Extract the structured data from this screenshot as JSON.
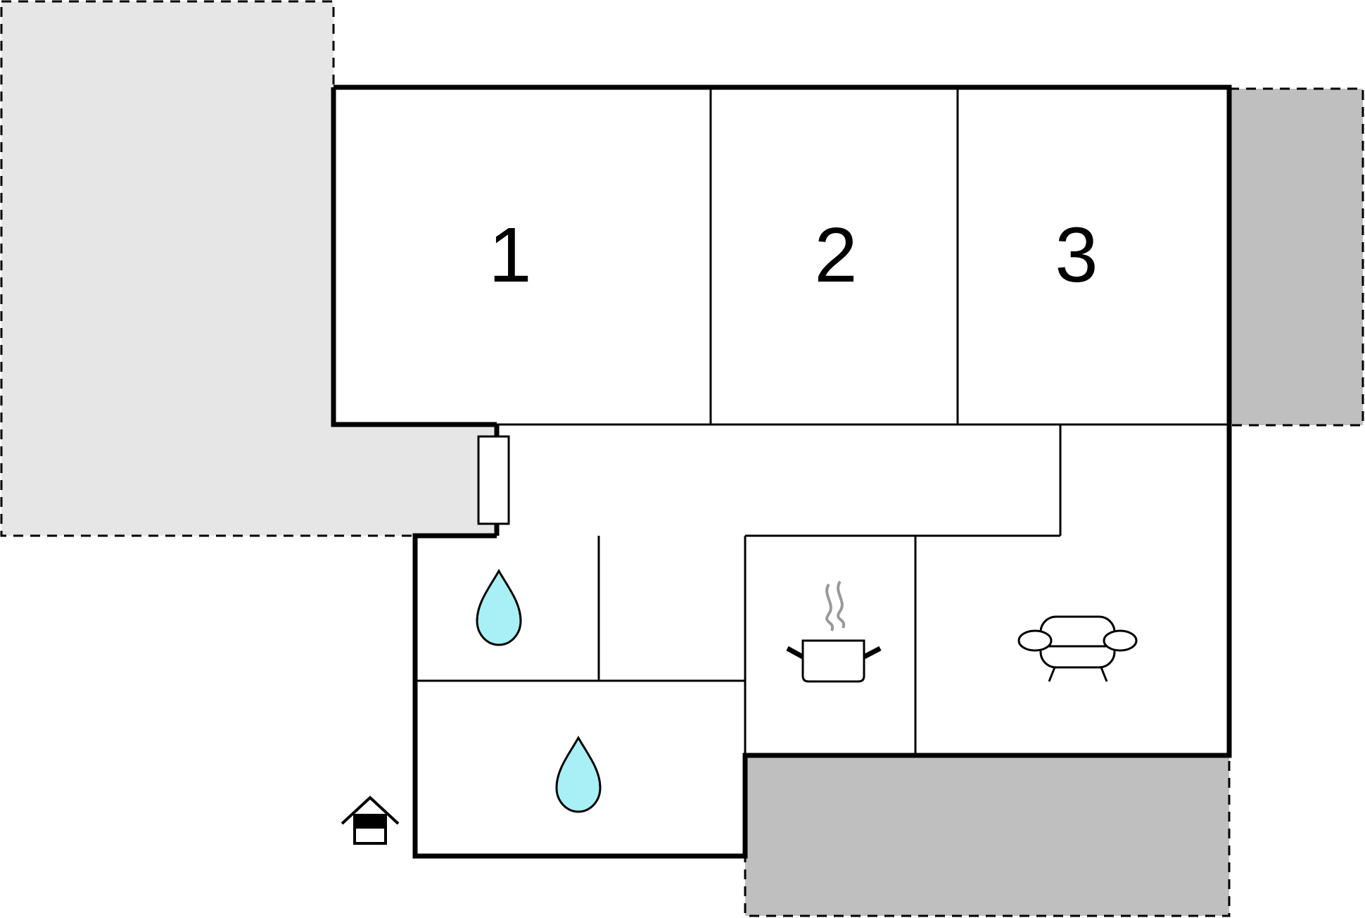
{
  "floorplan": {
    "rooms": [
      {
        "id": "bedroom-1",
        "label": "1",
        "icon": ""
      },
      {
        "id": "bedroom-2",
        "label": "2",
        "icon": ""
      },
      {
        "id": "bedroom-3",
        "label": "3",
        "icon": ""
      },
      {
        "id": "bathroom-upper",
        "label": "",
        "icon": "water-drop-icon"
      },
      {
        "id": "bathroom-lower",
        "label": "",
        "icon": "water-drop-icon"
      },
      {
        "id": "kitchen",
        "label": "",
        "icon": "cooking-pot-icon"
      },
      {
        "id": "living-room",
        "label": "",
        "icon": "sofa-icon"
      }
    ],
    "outdoor_areas": [
      {
        "id": "garden-area",
        "style": "dashed-light-fill"
      },
      {
        "id": "terrace-east",
        "style": "dashed-dark-fill"
      },
      {
        "id": "terrace-south",
        "style": "dashed-dark-fill"
      }
    ],
    "entrance_icon": "entrance-house-icon",
    "colors": {
      "wall": "#000000",
      "garden_fill": "#e6e6e6",
      "terrace_fill": "#bfbfbf",
      "water_drop": "#a8f0f5",
      "steam": "#999999",
      "background": "#ffffff"
    }
  }
}
